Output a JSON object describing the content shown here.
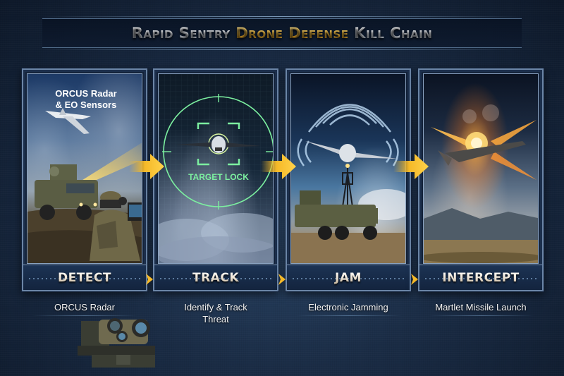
{
  "title": {
    "part1": "Rapid Sentry ",
    "part2": "Drone Defense",
    "part3": " Kill Chain"
  },
  "colors": {
    "background": "#1a2c45",
    "accent_gold": "#f2b93a",
    "panel_border": "#6b85a6",
    "radar_green": "#7cf0a0",
    "arrow_gold": "#f5b928"
  },
  "stages": [
    {
      "label": "DETECT",
      "caption": "ORCUS Radar",
      "overlay_text": "ORCUS Radar\n& EO Sensors",
      "overlay_line1": "ORCUS Radar",
      "overlay_line2": "& EO Sensors",
      "scene": "radar-vehicle-soldier-drone"
    },
    {
      "label": "TRACK",
      "caption_line1": "Identify & Track",
      "caption_line2": "Threat",
      "overlay_text": "TARGET LOCK",
      "scene": "crosshair-drone-clouds"
    },
    {
      "label": "JAM",
      "caption": "Electronic Jamming",
      "scene": "jammer-truck-signal-waves"
    },
    {
      "label": "INTERCEPT",
      "caption": "Martlet Missile Launch",
      "scene": "drone-explosion-mountains"
    }
  ],
  "icons": {
    "flow_arrow": "arrow-right-icon",
    "chevron": "chevron-right-icon",
    "sensor_turret": "eo-sensor-turret-icon"
  }
}
